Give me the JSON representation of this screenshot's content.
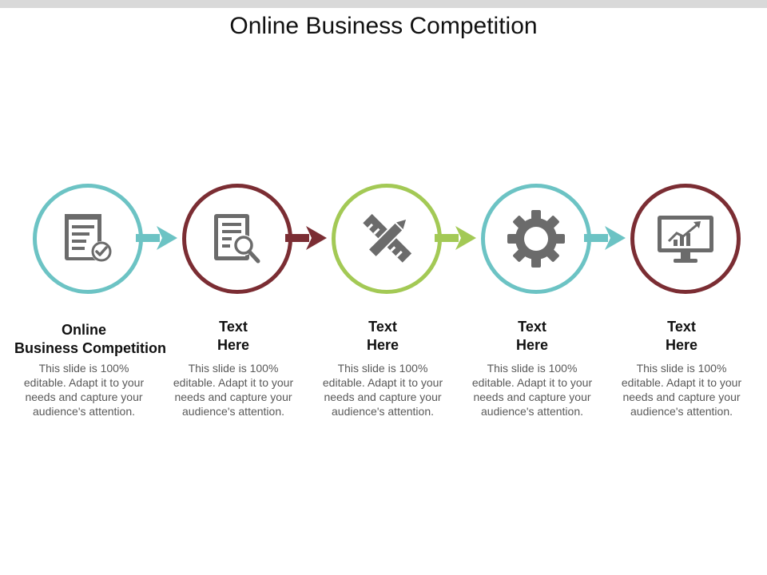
{
  "title": "Online Business Competition",
  "colors": {
    "teal": "#6cc3c4",
    "maroon": "#7b2d33",
    "green": "#a3c955",
    "icon": "#6b6b6b"
  },
  "steps": [
    {
      "heading_line1": "Online",
      "heading_line2": "Business Competition",
      "description": "This slide is 100% editable. Adapt it to your needs and capture your audience's attention.",
      "icon": "checklist-icon",
      "color": "#6cc3c4"
    },
    {
      "heading_line1": "Text",
      "heading_line2": "Here",
      "description": "This slide is 100% editable. Adapt it to your needs and capture your audience's attention.",
      "icon": "document-search-icon",
      "color": "#7b2d33"
    },
    {
      "heading_line1": "Text",
      "heading_line2": "Here",
      "description": "This slide is 100% editable. Adapt it to your needs and capture your audience's attention.",
      "icon": "pencil-ruler-icon",
      "color": "#a3c955"
    },
    {
      "heading_line1": "Text",
      "heading_line2": "Here",
      "description": "This slide is 100% editable. Adapt it to your needs and capture your audience's attention.",
      "icon": "gear-icon",
      "color": "#6cc3c4"
    },
    {
      "heading_line1": "Text",
      "heading_line2": "Here",
      "description": "This slide is 100% editable. Adapt it to your needs and capture your audience's attention.",
      "icon": "monitor-chart-icon",
      "color": "#7b2d33"
    }
  ],
  "arrows": [
    {
      "color": "#6cc3c4"
    },
    {
      "color": "#7b2d33"
    },
    {
      "color": "#a3c955"
    },
    {
      "color": "#6cc3c4"
    }
  ]
}
